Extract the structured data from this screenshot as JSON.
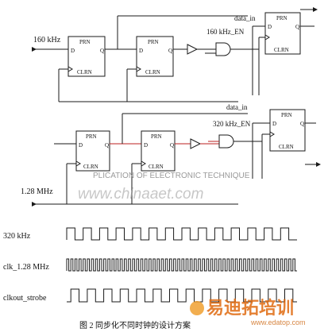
{
  "circuit": {
    "inputs": [
      "160 kHz",
      "1.28 MHz"
    ],
    "top_signals": {
      "enable": "160 kHz_EN",
      "data": "data_in"
    },
    "bottom_signals": {
      "enable": "320 kHz_EN",
      "data": "data_in"
    },
    "ff_pins": {
      "preset": "PRN",
      "d": "D",
      "q": "Q",
      "clear": "CLRN"
    }
  },
  "watermark": {
    "band_text": "PLICATION OF ELECTRONIC TECHNIQUE",
    "url_text": "www.chinaaet.com",
    "logo_text": "易迪拓培训",
    "logo_url": "www.edatop.com"
  },
  "timing": {
    "signals": [
      {
        "name": "320 kHz",
        "cycles": 14,
        "style": "square"
      },
      {
        "name": "clk_1.28 MHz",
        "cycles": 56,
        "style": "square"
      },
      {
        "name": "clkout_strobe",
        "cycles": 14,
        "style": "pulse"
      }
    ]
  },
  "caption": "图 2   同步化不同时钟的设计方案",
  "colors": {
    "ink": "#1a1a1a",
    "wire_red": "#bb2222",
    "logo": "#e06a10"
  }
}
